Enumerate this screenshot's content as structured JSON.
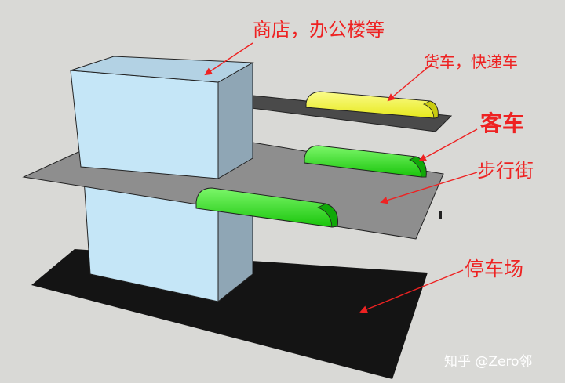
{
  "labels": {
    "shops": "商店，办公楼等",
    "freight": "货车，快递车",
    "passenger": "客车",
    "pedestrian": "步行街",
    "parking": "停车场"
  },
  "watermark": "知乎 @Zero邻",
  "colors": {
    "background": "#d9d9d6",
    "building_front": "#c5e6f7",
    "building_side": "#8fa6b5",
    "building_top": "#b3d2e4",
    "plaza": "#8e8e8e",
    "ground_parking": "#141414",
    "passenger_vehicle": "#22dd11",
    "freight_vehicle": "#eef020",
    "label": "#ee2222"
  }
}
